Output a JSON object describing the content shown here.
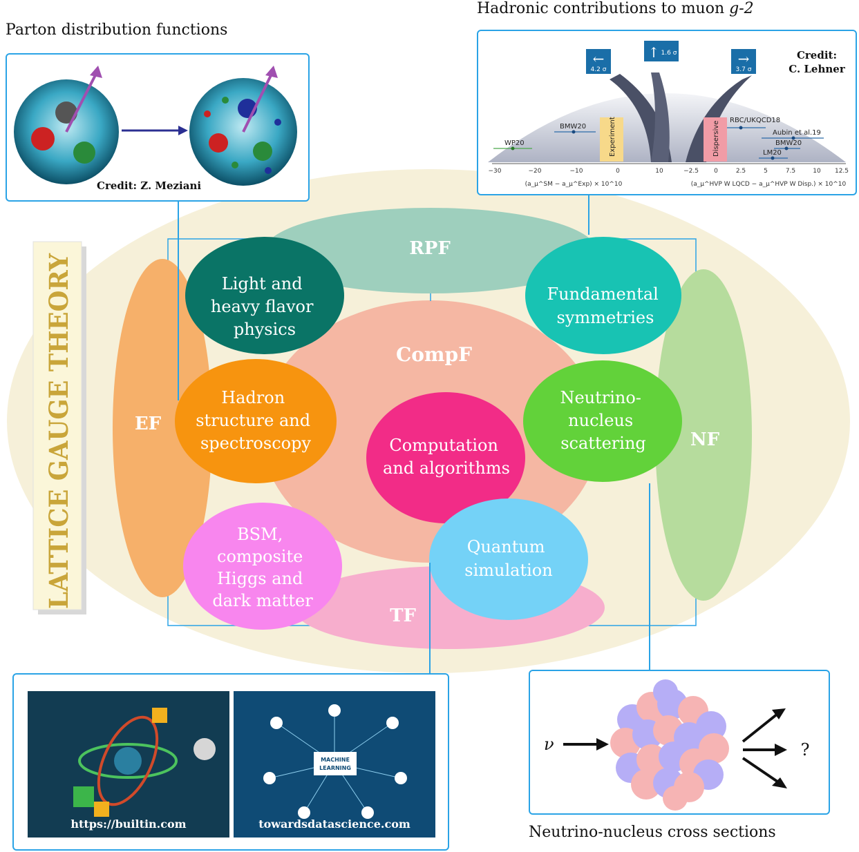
{
  "captions": {
    "pdf": "Parton distribution functions",
    "hadronic_prefix": "Hadronic contributions to muon ",
    "hadronic_g2": "g-2",
    "neutrino_xsec": "Neutrino-nucleus cross sections"
  },
  "sidebar_title": "LATTICE GAUGE THEORY",
  "frontiers": {
    "rpf": "RPF",
    "compf": "CompF",
    "ef": "EF",
    "nf": "NF",
    "tf": "TF"
  },
  "topics": {
    "light_heavy": [
      "Light and",
      "heavy flavor",
      "physics"
    ],
    "fundamental": [
      "Fundamental",
      "symmetries"
    ],
    "hadron": [
      "Hadron",
      "structure and",
      "spectroscopy"
    ],
    "neutrino": [
      "Neutrino-",
      "nucleus",
      "scattering"
    ],
    "computation": [
      "Computation",
      "and algorithms"
    ],
    "quantum": [
      "Quantum",
      "simulation"
    ],
    "bsm": [
      "BSM,",
      "composite",
      "Higgs and",
      "dark matter"
    ]
  },
  "pdf_panel": {
    "credit": "Credit: Z. Meziani"
  },
  "g2_panel": {
    "credit_line1": "Credit:",
    "credit_line2": "C. Lehner",
    "signs": [
      "4.2 σ",
      "1.6 σ",
      "3.7 σ"
    ],
    "left_labels": [
      "BMW20",
      "WP20"
    ],
    "right_labels": [
      "RBC/UKQCD18",
      "Aubin et al.19",
      "BMW20",
      "LM20"
    ],
    "band_experiment": "Experiment",
    "band_dispersive": "Dispersive",
    "left_ticks": [
      "−30",
      "−20",
      "−10",
      "0",
      "10"
    ],
    "right_ticks": [
      "−2.5",
      "0",
      "2.5",
      "5",
      "7.5",
      "10",
      "12.5"
    ],
    "left_xlabel": "(a_μ^SM − a_μ^Exp) × 10^10",
    "right_xlabel": "(a_μ^HVP W LQCD − a_μ^HVP W Disp.) × 10^10"
  },
  "bottom_panel": {
    "left_credit": "https://builtin.com",
    "right_credit": "towardsdatascience.com",
    "ml_line1": "MACHINE",
    "ml_line2": "LEARNING"
  },
  "neutrino_panel": {
    "nu_symbol": "ν",
    "question": "?"
  },
  "colors": {
    "background_ellipse": "#f6f0d9",
    "rpf": "#9ecfbd",
    "compf": "#f5b7a3",
    "ef": "#f6b06a",
    "nf": "#b6dc9d",
    "tf": "#f7aecd",
    "light_heavy": "#0a7466",
    "fundamental": "#18c3b3",
    "hadron": "#f7940f",
    "neutrino": "#62d23a",
    "computation": "#f22c87",
    "quantum": "#74d2f7",
    "bsm": "#f886ee",
    "panel_border": "#2aa3e6"
  }
}
